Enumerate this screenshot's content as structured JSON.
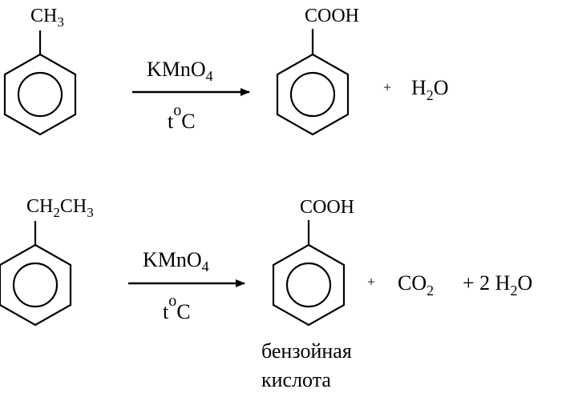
{
  "reaction1": {
    "substituent": {
      "main": "CH",
      "sub": "3"
    },
    "reagent": {
      "a": "KMnO",
      "b": "4"
    },
    "condition": {
      "t": "t",
      "o": "o",
      "c": "C"
    },
    "product_group": "COOH",
    "plus": "+",
    "water": {
      "h": "H",
      "two": "2",
      "o": "O"
    }
  },
  "reaction2": {
    "substituent": {
      "a": "CH",
      "a_sub": "2",
      "b": "CH",
      "b_sub": "3"
    },
    "reagent": {
      "a": "KMnO",
      "b": "4"
    },
    "condition": {
      "t": "t",
      "o": "o",
      "c": "C"
    },
    "product_group": "COOH",
    "plus1": "+",
    "co2": {
      "co": "CO",
      "two": "2"
    },
    "plus2_text": "+ 2 H",
    "plus2_sub": "2",
    "plus2_o": "O",
    "product_name_line1": "бензойная",
    "product_name_line2": "кислота"
  }
}
